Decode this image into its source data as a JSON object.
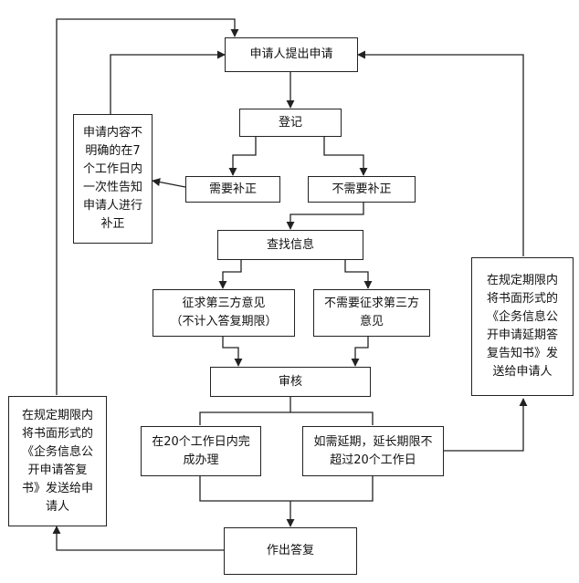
{
  "nodes": {
    "apply": "申请人提出申请",
    "register": "登记",
    "need_fix": "需要补正",
    "no_need_fix": "不需要补正",
    "notify_fix": "申请内容不\n明确的在7\n个工作日内\n一次性告知\n申请人进行\n补正",
    "search": "查找信息",
    "third_party": "征求第三方意见\n（不计入答复期限）",
    "no_third_party": "不需要征求第三方\n意见",
    "review": "审核",
    "within_20": "在20个工作日内完\n成办理",
    "extend": "如需延期，延长期限不\n超过20个工作日",
    "extension_notice": "在规定期限内\n将书面形式的\n《企务信息公\n开申请延期答\n复告知书》发\n送给申请人",
    "reply_notice": "在规定期限内\n将书面形式的\n《企务信息公\n开申请答复\n书》发送给申\n请人",
    "reply": "作出答复"
  },
  "colors": {
    "line": "#222222",
    "box_border": "#222222",
    "background": "#ffffff"
  }
}
